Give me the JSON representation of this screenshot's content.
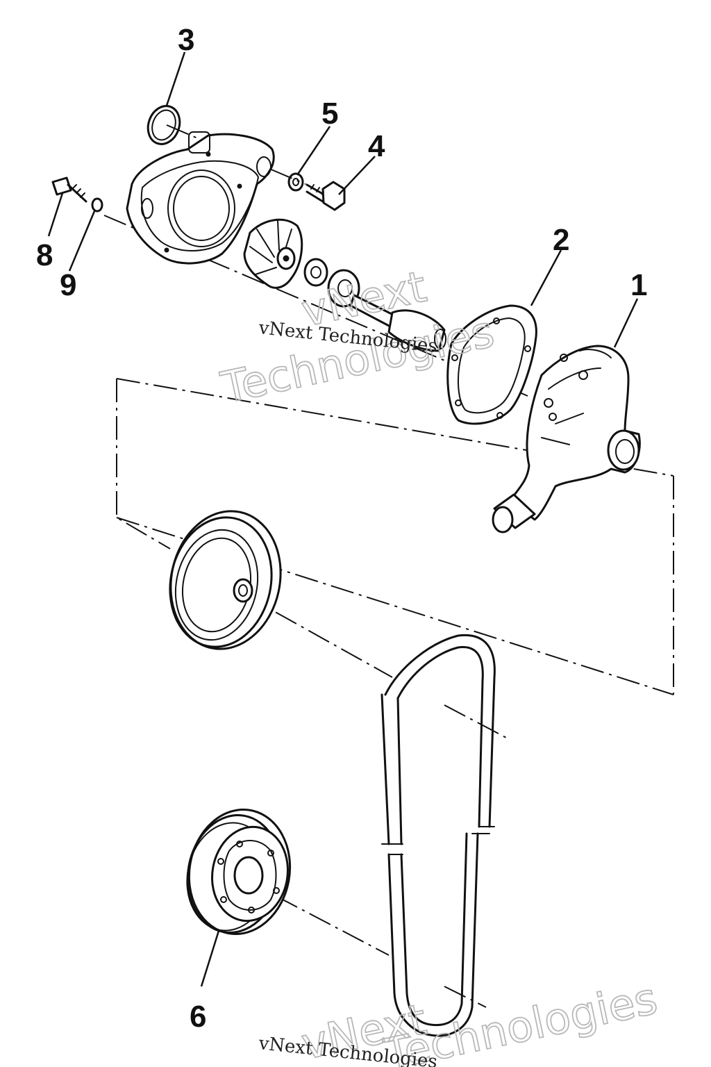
{
  "callouts": {
    "item_1": "1",
    "item_2": "2",
    "item_3": "3",
    "item_4": "4",
    "item_5": "5",
    "item_6": "6",
    "item_8": "8",
    "item_9": "9"
  },
  "watermarks": {
    "top_small": "vNext Technologies",
    "top_big_line1": "vNext",
    "top_big_line2": "Technologies",
    "bottom_small": "vNext Technologies",
    "bottom_big_line1": "vNext",
    "bottom_big_line2": "Technologies"
  },
  "colors": {
    "ink": "#111111",
    "paper": "#ffffff",
    "watermark_outline": "#b8b8b8"
  }
}
